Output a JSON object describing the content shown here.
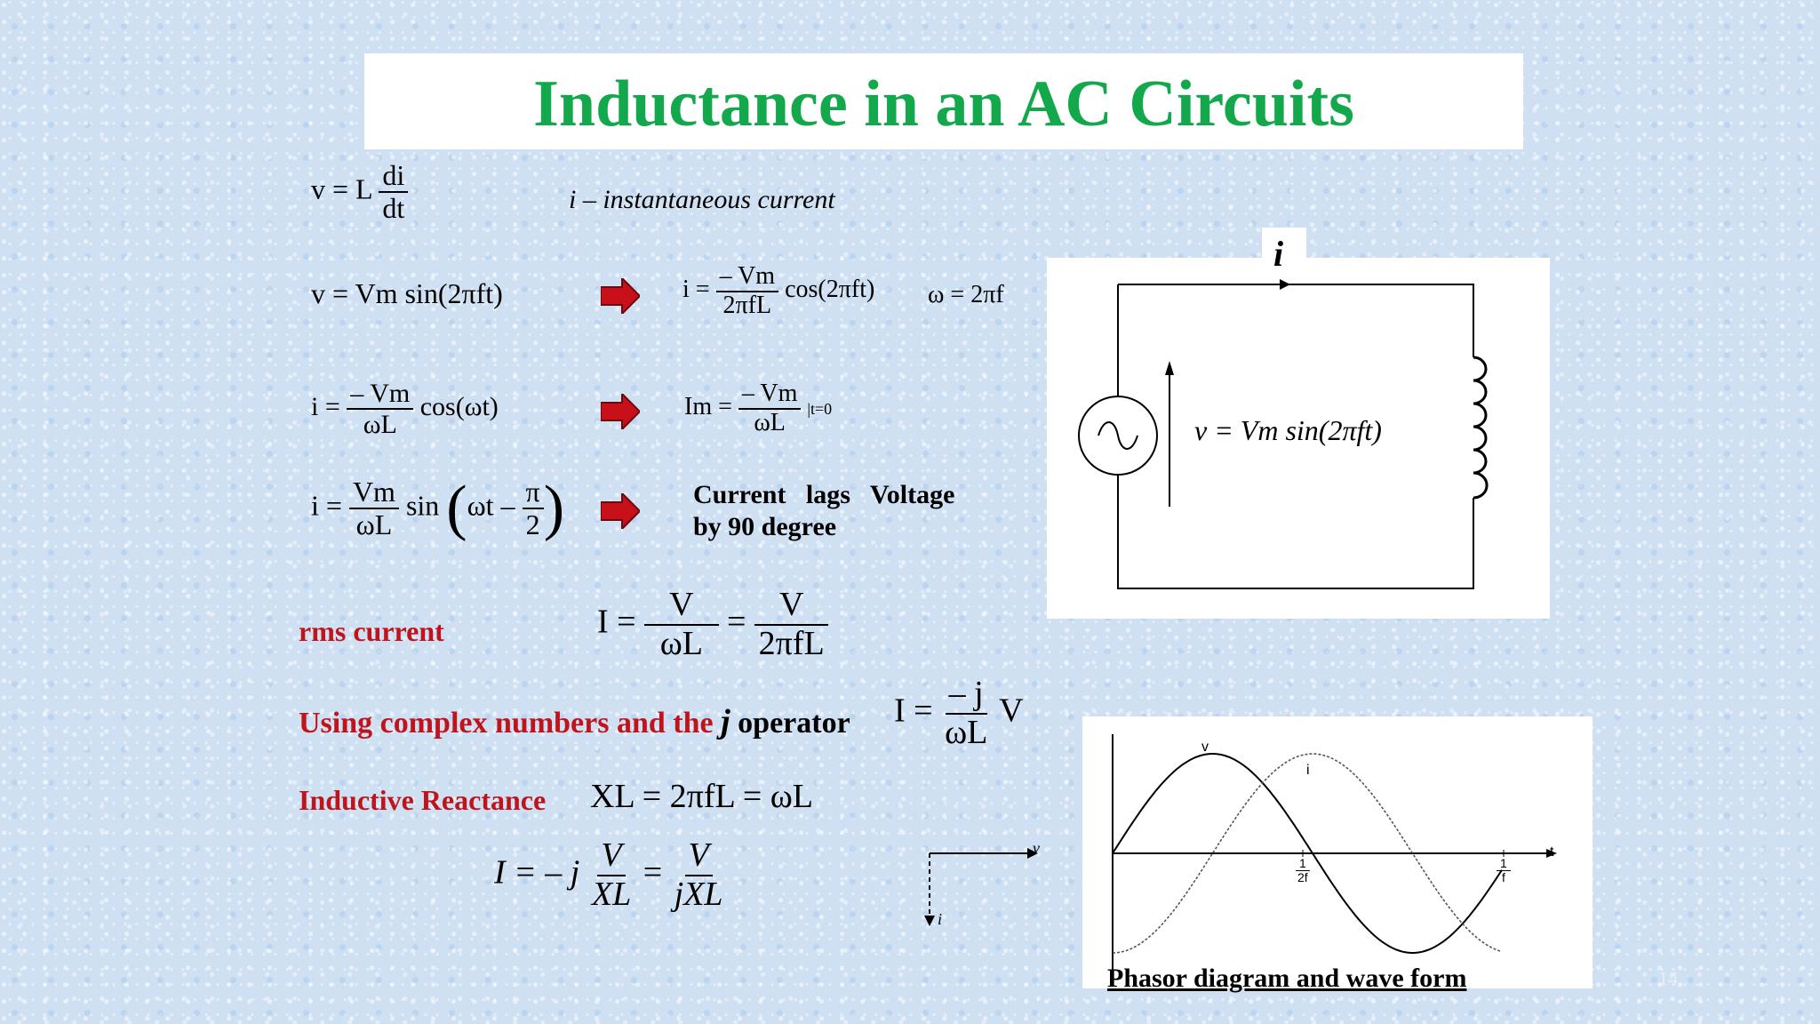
{
  "title": "Inductance in an AC Circuits",
  "equations": {
    "eq1_lhs": "v = L",
    "eq1_num": "di",
    "eq1_den": "dt",
    "eq1_note": "i – instantaneous current",
    "eq2": "v = Vm sin(2πft)",
    "eq2_res_lhs": "i =",
    "eq2_res_num": "– Vm",
    "eq2_res_den": "2πfL",
    "eq2_res_tail": "cos(2πft)",
    "omega": "ω = 2πf",
    "eq3_lhs": "i =",
    "eq3_num": "– Vm",
    "eq3_den": "ωL",
    "eq3_tail": "cos(ωt)",
    "eq3_res_lhs": "Im =",
    "eq3_res_num": "– Vm",
    "eq3_res_den": "ωL",
    "eq3_res_tail": "|t=0",
    "eq4_lhs": "i =",
    "eq4_num": "Vm",
    "eq4_den": "ωL",
    "eq4_mid": "sin",
    "eq4_arg1": "ωt –",
    "eq4_pnum": "π",
    "eq4_pden": "2",
    "lag_line1": "Current   lags   Voltage",
    "lag_line2": "by 90 degree",
    "rms_label": "rms current",
    "rms_lhs": "I =",
    "rms_num1": "V",
    "rms_den1": "ωL",
    "rms_eq": "=",
    "rms_num2": "V",
    "rms_den2": "2πfL",
    "complex_label": "Using complex numbers and the",
    "complex_j": "j",
    "complex_op": "operator",
    "complex_lhs": "I =",
    "complex_num": "– j",
    "complex_den": "ωL",
    "complex_tail": "V",
    "react_label": "Inductive Reactance",
    "react_eq": "XL = 2πfL = ωL",
    "final_lhs": "I = – j",
    "final_num1": "V",
    "final_den1": "XL",
    "final_eq": "=",
    "final_num2": "V",
    "final_den2": "jXL"
  },
  "circuit": {
    "current_label": "i",
    "source_eq": "v = Vm sin(2πft)"
  },
  "phasor": {
    "v_label": "v",
    "i_label": "i"
  },
  "waveform": {
    "v_label": "v",
    "i_label": "i",
    "t_label": "t",
    "tick1_num": "1",
    "tick1_den": "2f",
    "tick2_num": "1",
    "tick2_den": "f"
  },
  "caption": "Phasor diagram and wave form",
  "slide_number": "14",
  "colors": {
    "title": "#12a84b",
    "label_red": "#c0141c",
    "arrow_red": "#c8101a"
  }
}
